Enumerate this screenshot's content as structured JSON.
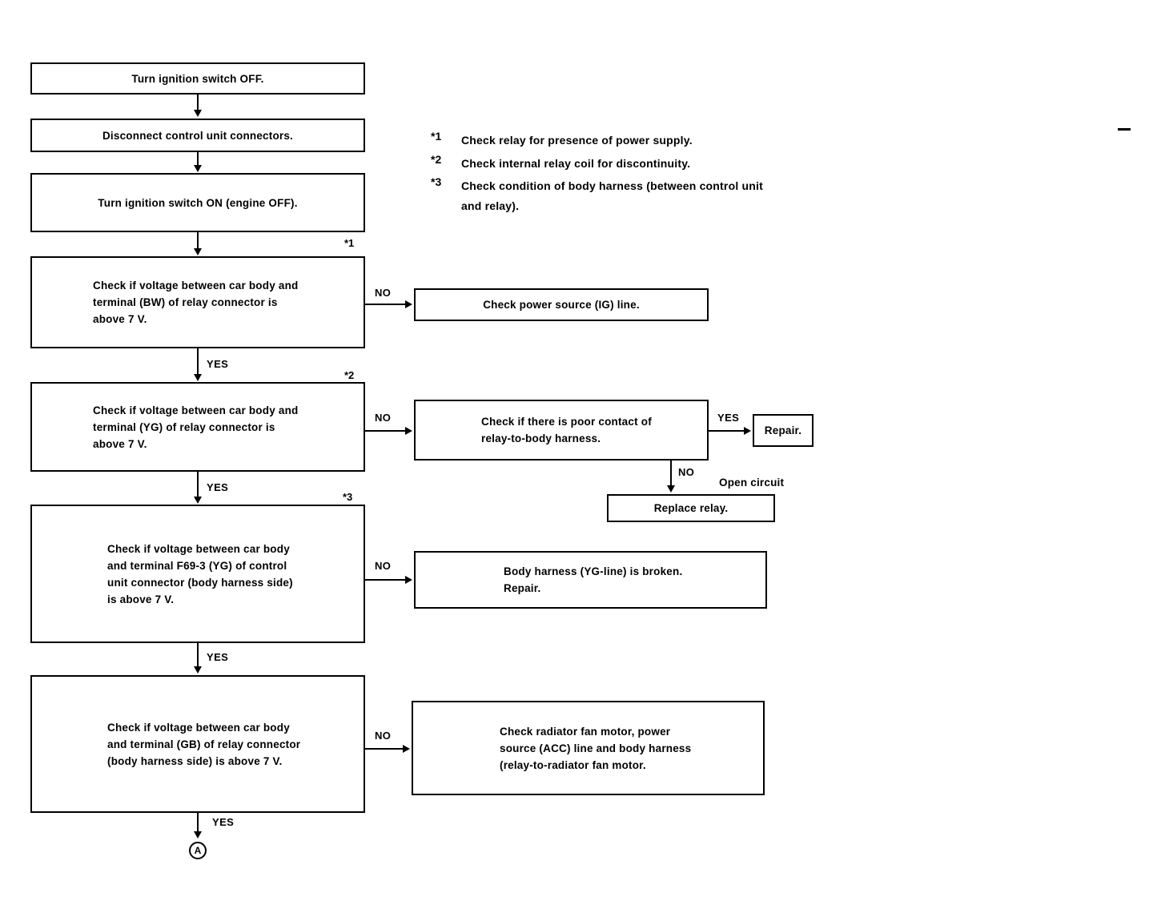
{
  "diagram": {
    "title": "Radiator fan relay circuit diagnostic flowchart",
    "ink_color": "#000000",
    "background_color": "#ffffff"
  },
  "notes": {
    "items": [
      {
        "star": "*1",
        "text": "Check relay for presence of power supply."
      },
      {
        "star": "*2",
        "text": "Check internal relay coil for discontinuity."
      },
      {
        "star": "*3",
        "text": "Check condition of body harness (between control unit\nand relay)."
      }
    ]
  },
  "main_flow": {
    "step1": "Turn ignition switch OFF.",
    "step2": "Disconnect control unit connectors.",
    "step3": "Turn ignition switch ON (engine OFF).",
    "step4": "Check if voltage between car body and\nterminal (BW) of relay connector is\nabove 7 V.",
    "step4_star": "*1",
    "step5": "Check if voltage between car body and\nterminal (YG) of relay connector is\nabove 7 V.",
    "step5_star": "*2",
    "step6": "Check if voltage between car body\nand terminal F69-3 (YG) of control\nunit connector (body harness side)\nis above 7 V.",
    "step6_star": "*3",
    "step7": "Check if voltage between car body\nand terminal (GB) of relay connector\n(body harness side) is above 7 V."
  },
  "branches": {
    "step4_no": "Check power source (IG) line.",
    "step5_no": "Check if there is poor contact of\nrelay-to-body harness.",
    "step5_no_yes": "Repair.",
    "step5_no_no": "Replace relay.",
    "open_circuit_label": "Open circuit",
    "step6_no": "Body harness (YG-line) is broken.\nRepair.",
    "step7_no": "Check radiator fan motor, power\nsource (ACC) line and body harness\n(relay-to-radiator fan motor."
  },
  "edge_labels": {
    "yes": "YES",
    "no": "NO"
  },
  "terminator": {
    "ref": "A"
  }
}
